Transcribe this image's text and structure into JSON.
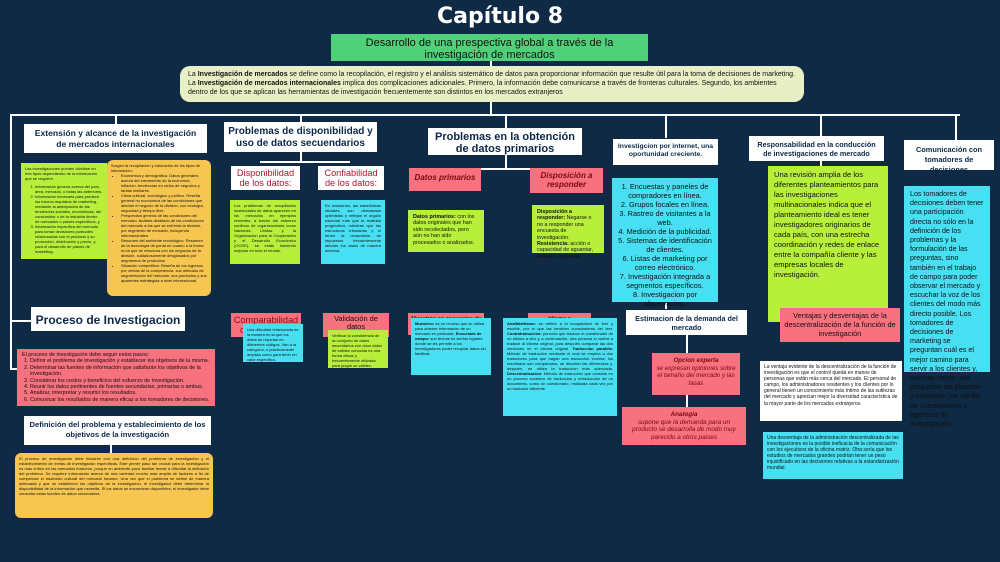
{
  "title": "Capítulo 8",
  "subtitle": "Desarrollo de una prespectiva global a través de la investigación de mercados",
  "intro": {
    "p1_a": "La ",
    "p1_b": "Investigación de mercados",
    "p1_c": " se define como la recopilación, el registro y el análisis sistemático de datos para proporcionar información que resulte útil para la toma de decisiones de marketing.",
    "p2_a": "La ",
    "p2_b": "Investigación de mercados internacionales",
    "p2_c": " implica dos complicaciones adicionales. Primero, la información debe comunicarse a través de fronteras culturales. Segundo, los ambientes dentro de los que se aplican las herramientas de investigación frecuentemente son distintos en los mercados extranjeros"
  },
  "col1": {
    "header": "Extensión y alcance de la investigación de mercados internacionales",
    "green_intro": "Las investigaciones pueden dividirse en tres tipos dependiendo de la información que se requiere:",
    "green_items": [
      "Información general acerca del país, área, mercado, o todas las anteriores.",
      "Información necesaria para predecir los futuros requisitos de marketing, mediante la anticipación de las tendencias sociales, económicas, del consumidor o de la industria dentro de mercados o países específicos, y",
      "Información específica del mercado para tomar decisiones puntuales relacionadas con el producto y su promoción, distribución y precio, y para el desarrollo de planes de marketing."
    ],
    "yellow_intro": "Surgen la recopilación y valoración de los tipos de información:",
    "yellow_items": [
      "Económica y demográfica. Datos generales acerca del crecimiento de la economía, inflación, tendencias en ciclos de negocios y tantas similares.",
      "Clima cultural, sociológico y político. Reseña general no económica de las condiciones que afectan el negocio de la división, con ecología, seguridad y tiempo libre.",
      "Perspectiva general de las condiciones del mercado. Análisis detallado de las condiciones del mercado a las que se enfrenta la división, por segmento de mercado, incluyendo internacionales.",
      "Resumen del ambiente tecnológico. Resumen de la tecnología de punta en cuanto a la forma en la que se relaciona con los negocios de la división, cuidadosamente desglosados por segmentos de productos.",
      "Situación competitiva. Reseña de los ingresos por ventas de la competencia, sus métodos de segmentación del mercado, sus productos y sus aparentes estrategias a nivel internacional."
    ],
    "process_header": "Proceso de Investigacion",
    "process_intro": "El proceso de investigación debe seguir estos pasos:",
    "process_steps": [
      "Definir el problema de investigación y establecer los objetivos de la misma.",
      "Determinar las fuentes de información que satisfarán los objetivos de la investigación.",
      "Considerar los costos y beneficios del esfuerzo de investigación.",
      "Reunir los datos pertinentes de fuentes secundarias, primarias o ambas.",
      "Analizar, interpretar y resumir los resultados.",
      "Comunicar los resultados de manera eficaz a los tomadores de decisiones."
    ],
    "def_header": "Definición del problema y establecimiento de los objetivos de la investigación",
    "def_text": "El proceso de investigación debe iniciarse con una definición del problema de investigación y el establecimiento de metas de investigación específicas. Este primer paso tan crucial para la investigación es más crítico en los mercados foráneos, porque un ambiente poco familiar tiende a dificultar la definición del problema. Se requiere información acerca de una variedad mucho más amplia de factores a fin de compensar el trasfondo cultural del mercado foráneo. Una vez que el problema se define de manera adecuada y que se establecen los objetivos de la investigación, el investigador debe determinar la disponibilidad de la información que necesita. Si los datos se encuentran disponibles, el investigador debe consultar estas fuentes de datos secundarios."
  },
  "col2": {
    "header": "Problemas de disponibilidad y uso de datos secuendarios",
    "disp_title": "Disponibilidad de los datos:",
    "disp_text": "Los problemas de recopilación sustanciales de datos aparecen en los mercados en ejemplos recientes, a través del esfuerzo continuo de organizaciones como Naciones Unidas y la Organización para la Cooperación y el Desarrollo Económico (OCDE), se están haciendo mejoras en todo el mundo.",
    "conf_title": "Confiabilidad de los datos:",
    "conf_text": "En ocasiones, las estadísticas oficiales son demasiado optimistas y reflejan el orgullo nacional más que la realidad pragmática, mientras que las estructuras tributarias y el temor al recaudador de impuestos frecuentemente afectan los datos de manera adversa.",
    "comp_title": "Comparabilidad de los datos:",
    "comp_text": "Una dificultad relacionada es la manera en la que los datos se reportan en diferentes códigos. Van a la categoría, o prácticamente amplias como para tener un valor específico.",
    "valid_title": "Validación de datos secundarios:",
    "valid_text": "Verificar la consistencia de un conjunto de datos secundarios con otros datos de validez conocida es una forma eficaz y frecuentemente utilizada para juzgar su validez."
  },
  "col3": {
    "header": "Problemas en la obtención de datos primarios",
    "dp_title": "Datos primarios",
    "dp_text_b": "Datos primarios:",
    "dp_text": " con los datos originales que han sido recolectados, pero aún no han sido procesados o analizados.",
    "disp_title": "Disposición a responder",
    "disp_b1": "Disposición a responder:",
    "disp_t1": " Negarse o no a responder una encuesta de investigación.",
    "disp_b2": "Resistencia:",
    "disp_t2": " acción o capacidad de aguantar, tolerar u oponerse.",
    "muestreo_title": "Muestreo en encuestas de campo",
    "muestreo_b1": "Muestreo:",
    "muestreo_t1": " es un recurso que se utiliza para obtener información de un mercado en particular.",
    "muestreo_b2": "Encuestas de campo:",
    "muestreo_t2": " son fechas en ciertos lugares donde se les permite a los investigadores poder recopilar datos sin falsificar.",
    "idioma_title": "Idioma y comprensión",
    "idioma_b1": "Analfabetismo:",
    "idioma_t1": " se refiere a la incapacidad de leer y escribir, por lo que las tendrían conocimiento del leer.",
    "idioma_b2": "Contratraducción:",
    "idioma_t2": " persona que traduce el cuestionario de un idioma a otro y, a continuación, otra persona lo vuelve a traducir al idioma original, para después comparar las dos versiones en el idioma original.",
    "idioma_b3": "Traducción paralela:",
    "idioma_t3": " Método de traducción mediante el cual se emplea a dos traductores para que hagan una traducción inversa; los resultados son comparados, se discuten las diferencias y, después, se utiliza la traducción más adecuada.",
    "idioma_b4": "Descentralización:",
    "idioma_t4": " Método de traducción que consiste en un proceso sucesivo de traducción y retraducción de un documento, como un cuestionario, realizada cada vez por un traductor diferente."
  },
  "col4": {
    "header": "Investigcion por internet, una oportunidad creciente.",
    "items": [
      "Encuestas y paneles de compradores en línea.",
      "Grupos focales en línea.",
      "Rastreo de visitantes a la web.",
      "Medición de la publicidad.",
      "Sistemas de identificación de clientes.",
      "Listas de marketing por correo electrónico.",
      "Investigación integrada a segmentos específicos.",
      "Investigacion por observacion."
    ],
    "est_header": "Estimacion de la demanda del mercado",
    "expert_title": "Opcion experta",
    "expert_text": "se expresan opiniones sobre el tamaño del mercado y las tasas",
    "analog_title": "Analogia",
    "analog_text": "supone que la demanda para un producto se desarrolla de modo muy parecido a otros paises"
  },
  "col5": {
    "header": "Responsabilidad en la conducción de investigaciones de mercado",
    "lime_text": "Una revisión amplia de los diferentes planteamientos para las investigaciones multinacionales indica que el planteamiento ideal es tener investigadores originarios de cada país, con una estrecha coordinación y redes de enlace entre la compañía cliente y las empresas locales de investigación.",
    "vent_header": "Ventajas y desventajas de la descentralización de la función de investigación",
    "vent_text": "La ventaja evidente de la descentralización de la función de investigación es que el control queda en manos de personas que están más cerca del mercado. El personal de campo, los administradores residentes y los clientes por lo general tienen un conocimiento más íntimo de las sutilezas del mercado y aprecian mejor la diversidad característica de la mayor parte de los mercados extranjeros.",
    "desv_text": "Una desventaja de la administración descentralizada de las investigaciones es la posible ineficacia de la comunicación con los ejecutivos de la oficina matriz. Otra sería que los estudios de mercados grandes podrían tener un peso injustificado en las decisiones relativas a la estandarización mundial."
  },
  "col6": {
    "header": "Comunicación con tomadores de decisiones",
    "text": "Los tomadores de decisiones deben tener una participación directa no sólo en la definición de los problemas y la formulación de las preguntas, sino también en el trabajo de campo para poder observar el mercado y escuchar la voz de los clientes del modo más directo posible. Los tomadores de decisiones de marketing se preguntan cuál es el mejor camino para servir a los clientes y, muchas veces, sus preguntas las plantean y contestan por medio de cuestionarios y agencias de investigación."
  }
}
